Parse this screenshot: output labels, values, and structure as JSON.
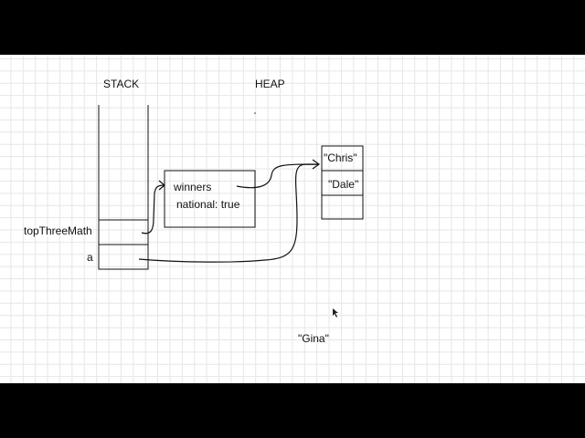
{
  "labels": {
    "stack": "STACK",
    "heap": "HEAP"
  },
  "stack_vars": [
    "topThreeMath",
    "a"
  ],
  "object": {
    "fields": [
      "winners",
      "national: true"
    ]
  },
  "array": {
    "items": [
      "\"Chris\"",
      "\"Dale\"",
      ""
    ]
  },
  "floating_string": "\"Gina\"",
  "colors": {
    "ink": "#111111",
    "grid": "#e6e6e6",
    "letterbox": "#000000"
  }
}
